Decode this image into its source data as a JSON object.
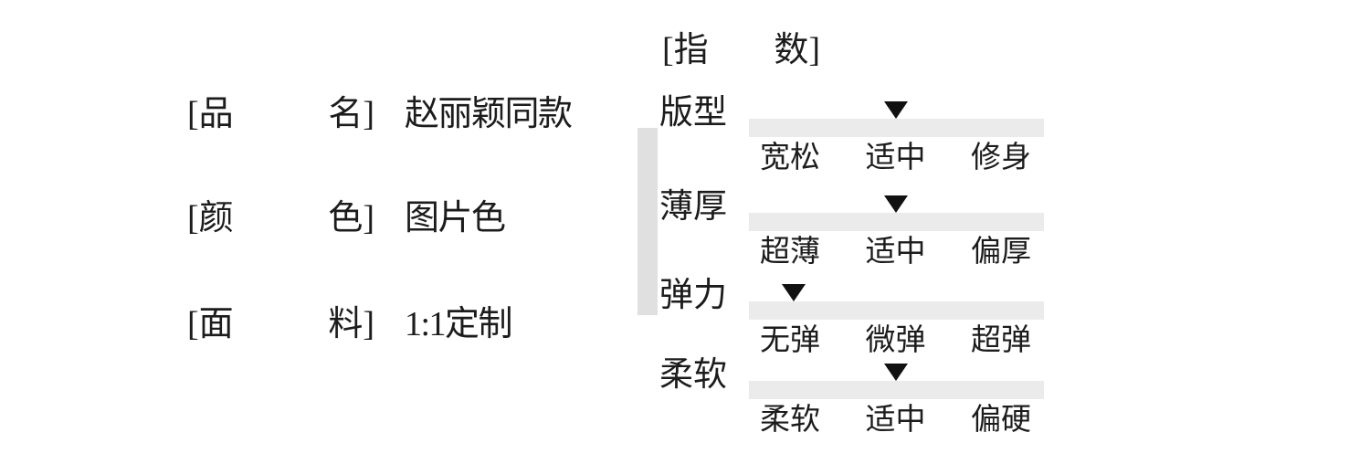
{
  "product": {
    "rows": [
      {
        "label_open": "[品",
        "label_close": "名]",
        "value": "赵丽颖同款"
      },
      {
        "label_open": "[颜",
        "label_close": "色]",
        "value": "图片色"
      },
      {
        "label_open": "[面",
        "label_close": "料]",
        "value": "1:1定制"
      }
    ]
  },
  "index_panel": {
    "title_open": "[指",
    "title_close": "数]",
    "rows": [
      {
        "category": "版型",
        "options": [
          "宽松",
          "适中",
          "修身"
        ],
        "marker_index": 1
      },
      {
        "category": "薄厚",
        "options": [
          "超薄",
          "适中",
          "偏厚"
        ],
        "marker_index": 1
      },
      {
        "category": "弹力",
        "options": [
          "无弹",
          "微弹",
          "超弹"
        ],
        "marker_index": 0
      },
      {
        "category": "柔软",
        "options": [
          "柔软",
          "适中",
          "偏硬"
        ],
        "marker_index": 1
      }
    ]
  },
  "colors": {
    "background": "#ffffff",
    "text": "#1c1c1c",
    "scale_bar": "#ebebeb",
    "vertical_accent_bar": "#e0e0e0",
    "marker": "#111111"
  }
}
